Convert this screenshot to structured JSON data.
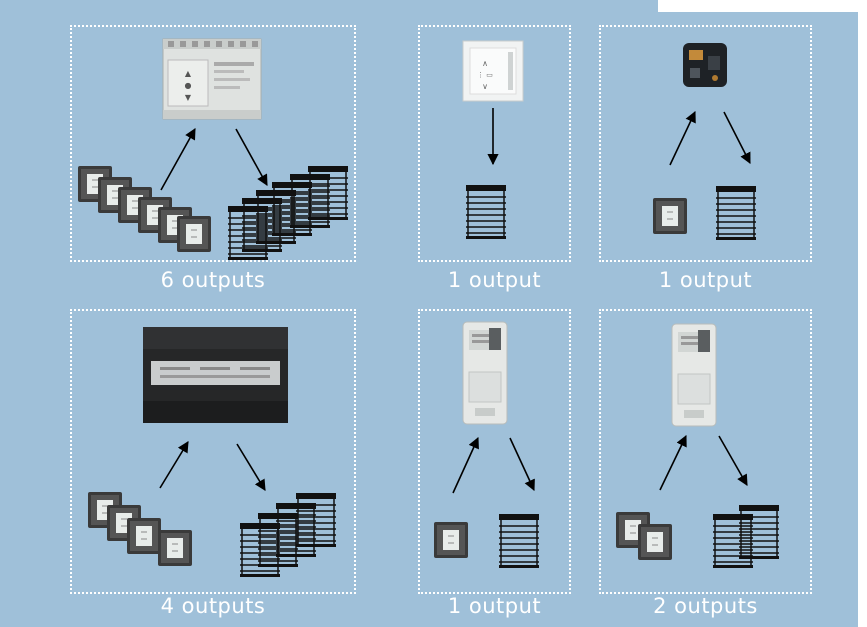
{
  "colors": {
    "background": "#9fc0d9",
    "dotted_border": "#ffffff",
    "caption_text": "#ffffff",
    "arrow": "#000000"
  },
  "groups": [
    {
      "caption": "6 outputs",
      "controller": "din-rail-actuator",
      "inputs": "wall-switch x6",
      "outputs": "blind x6"
    },
    {
      "caption": "1 output",
      "controller": "blind-control-switch",
      "outputs": "blind x1"
    },
    {
      "caption": "1 output",
      "controller": "flush-mounted-actuator",
      "inputs": "wall-switch x1",
      "outputs": "blind x1"
    },
    {
      "caption": "4 outputs",
      "controller": "black-actuator-box",
      "inputs": "wall-switch x4",
      "outputs": "blind x4"
    },
    {
      "caption": "1 output",
      "controller": "surface-mounted-actuator",
      "inputs": "wall-switch x1",
      "outputs": "blind x1"
    },
    {
      "caption": "2 outputs",
      "controller": "surface-mounted-actuator",
      "inputs": "wall-switch x2",
      "outputs": "blind x2"
    }
  ]
}
